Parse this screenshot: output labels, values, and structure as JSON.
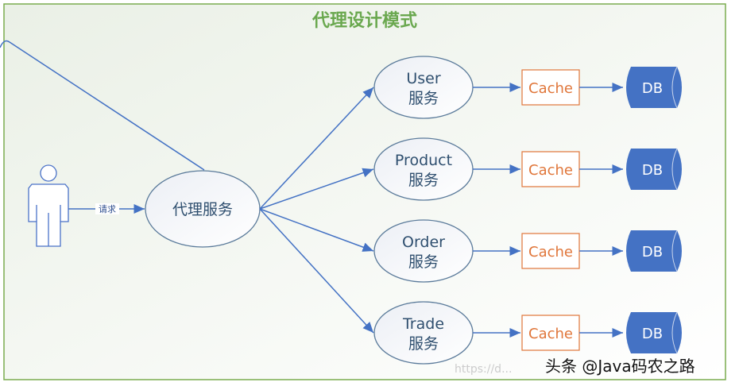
{
  "title": "代理设计模式",
  "request_label": "请求",
  "proxy": {
    "label": "代理服务"
  },
  "services": [
    {
      "name": "User",
      "suffix": "服务"
    },
    {
      "name": "Product",
      "suffix": "服务"
    },
    {
      "name": "Order",
      "suffix": "服务"
    },
    {
      "name": "Trade",
      "suffix": "服务"
    }
  ],
  "cache_label": "Cache",
  "db_label": "DB",
  "watermark": "头条 @Java码农之路",
  "watermark_faint": "https://d...",
  "colors": {
    "frame": "#7aac4f",
    "line": "#4472c4",
    "cache": "#e0763a",
    "db": "#4472c4",
    "title": "#6aa84f"
  }
}
